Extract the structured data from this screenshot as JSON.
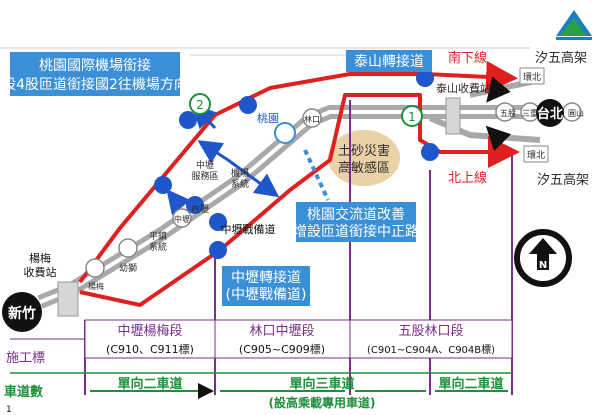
{
  "colors": {
    "route_red": "#e02020",
    "route_gray": "#a9a9a9",
    "node_blue": "#1f56c9",
    "label_box": "#3a8fd6",
    "purple": "#7a2e8a",
    "green": "#1f8f3a",
    "beige": "#ead2a6",
    "dark_text": "#2c2c2c"
  },
  "callouts": {
    "airport": {
      "line1": "桃園國際機場銜接",
      "line2": "(設4股匝道銜接國2往機場方向)"
    },
    "taishan": "泰山轉接道",
    "taoyuan": {
      "line1": "桃園交流道改善",
      "line2": "(增設匝道銜接中正路)"
    },
    "zhongli_junction": {
      "line1": "中壢轉接道",
      "line2": "(中壢戰備道)"
    }
  },
  "places": {
    "xizhi_top": "汐五高架",
    "xizhi_bottom": "汐五高架",
    "south_line": "南下線",
    "north_line": "北上線",
    "taishan_toll": "泰山收費站",
    "landslide": {
      "line1": "土砂災害",
      "line2": "高敏感區"
    },
    "taipei": "台北",
    "yuanshan": "圓山",
    "chongqing": "三重",
    "wugu": "五股",
    "linkou": "林口",
    "taoyuan": "桃園",
    "zhongli_service": {
      "line1": "中壢",
      "line2": "服務區"
    },
    "airport_system": {
      "line1": "機場",
      "line2": "系統"
    },
    "neili": "內壢",
    "zhongli": "中壢",
    "pingzhen": {
      "line1": "平鎮",
      "line2": "系統"
    },
    "youshi": "幼獅",
    "yangmei_ic": "楊梅",
    "zhongli_readiness": "中壢戰備道",
    "yangmei_toll": {
      "line1": "楊梅",
      "line2": "收費站"
    },
    "hsinchu": "新竹",
    "huanbei_top": "環北",
    "huanbei_bottom": "環北",
    "marker_1": "1",
    "marker_2": "2"
  },
  "compass": {
    "letter": "N"
  },
  "sections": [
    {
      "name": "中壢楊梅段",
      "tender": "(C910、C911標)",
      "lanes": "單向二車道"
    },
    {
      "name": "林口中壢段",
      "tender": "(C905~C909標)",
      "lanes": "單向三車道"
    },
    {
      "name": "五股林口段",
      "tender": "(C901~C904A、C904B標)",
      "lanes": "單向二車道"
    }
  ],
  "lanes_note": "(設高乘載專用車道)",
  "row_labels": {
    "tender": "施工標",
    "lanes": "車道數"
  },
  "footnote": "1"
}
